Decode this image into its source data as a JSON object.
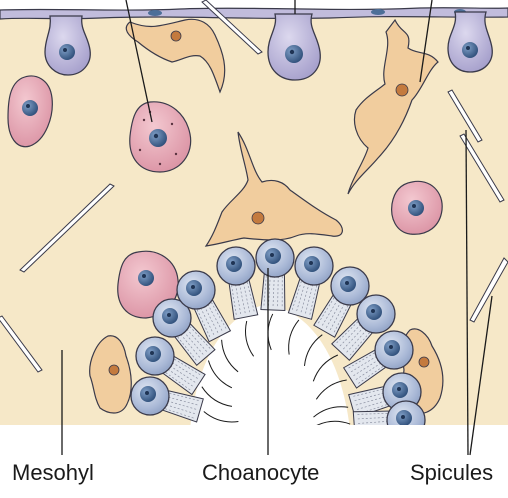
{
  "labels": {
    "mesohyl": "Mesohyl",
    "choanocyte": "Choanocyte",
    "spicules": "Spicules"
  },
  "colors": {
    "mesohyl": "#f6e8c8",
    "pinacocyte": "#b9b4d6",
    "amoebocyte": "#f1cd9e",
    "archaeocyte": "#e8a9b6",
    "choanocyte_body": "#aebbd6",
    "nucleus": "#4d6f98",
    "collar": "#e3e7ee",
    "outline": "#3a3a4a"
  }
}
